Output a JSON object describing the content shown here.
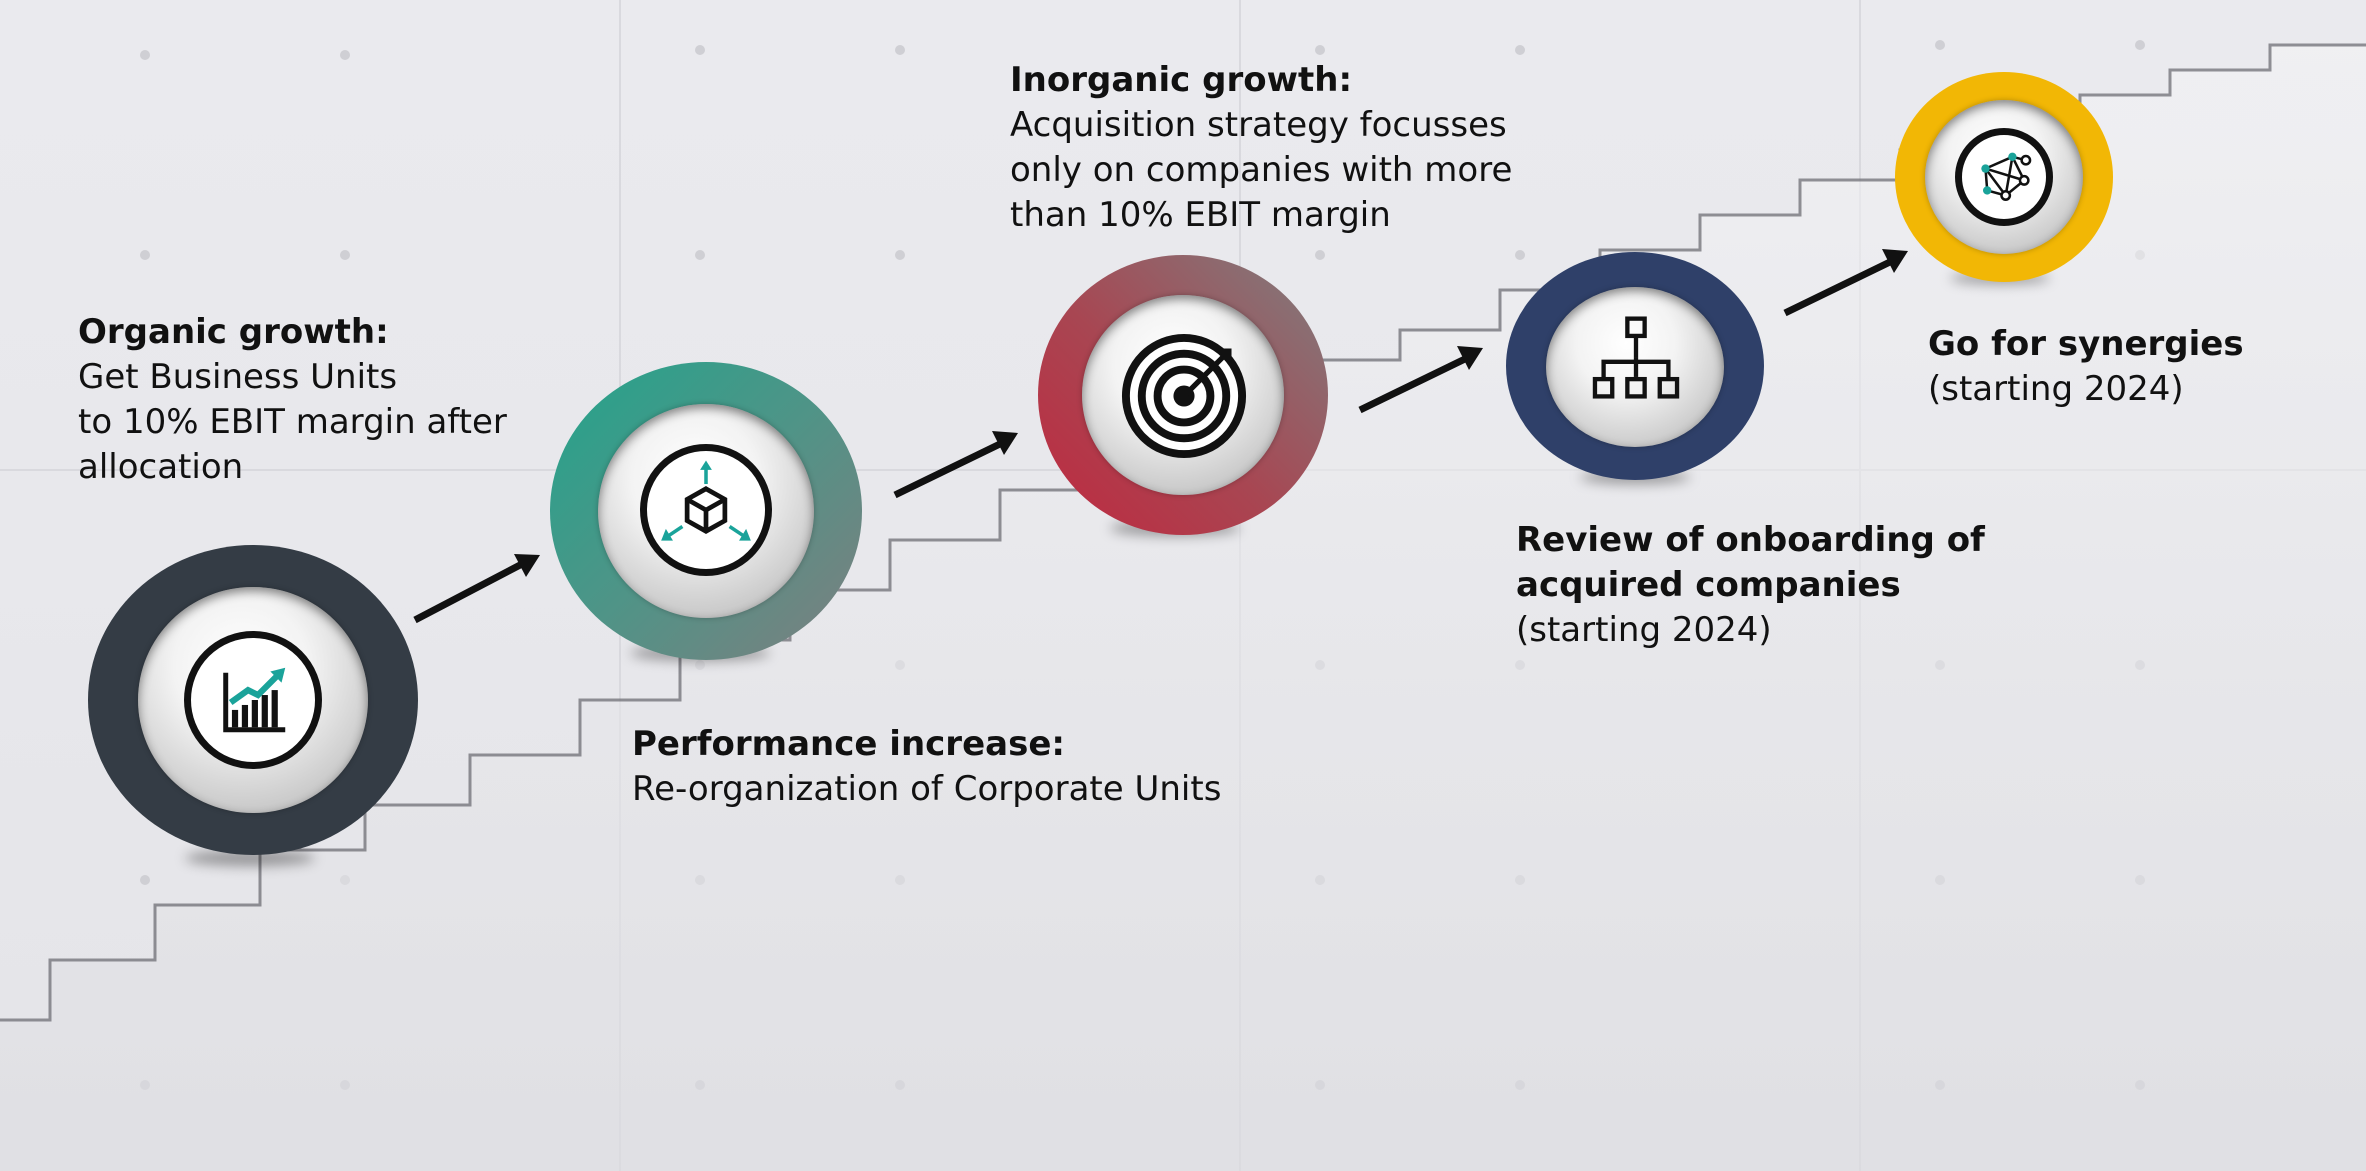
{
  "steps": [
    {
      "title": "Organic growth:",
      "lines": [
        "Get Business Units",
        "to 10% EBIT margin after",
        "allocation"
      ],
      "ring_color": "#343c45",
      "icon": "chart-growth-icon"
    },
    {
      "title": "Performance increase:",
      "lines": [
        "Re-organization of Corporate Units"
      ],
      "ring_color": "#2a9d8f",
      "icon": "cube-expand-icon"
    },
    {
      "title": "Inorganic growth:",
      "lines": [
        "Acquisition strategy focusses",
        "only on companies with more",
        "than 10% EBIT margin"
      ],
      "ring_color": "#c0283f",
      "icon": "target-icon"
    },
    {
      "title": "Review of onboarding of",
      "title2": "acquired companies",
      "lines": [
        "(starting 2024)"
      ],
      "ring_color": "#2f4069",
      "icon": "org-chart-icon"
    },
    {
      "title": "Go for synergies",
      "lines": [
        "(starting 2024)"
      ],
      "ring_color": "#f2b705",
      "icon": "network-icon"
    }
  ],
  "colors": {
    "accent_teal": "#1aa39a",
    "arrow": "#111111"
  }
}
